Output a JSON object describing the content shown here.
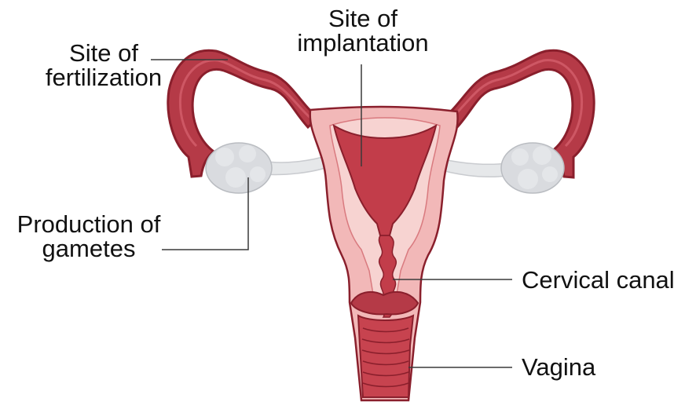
{
  "labels": {
    "fertilization_line1": "Site of",
    "fertilization_line2": "fertilization",
    "implantation_line1": "Site of",
    "implantation_line2": "implantation",
    "gametes_line1": "Production of",
    "gametes_line2": "gametes",
    "cervical_canal": "Cervical canal",
    "vagina": "Vagina"
  },
  "colors": {
    "tube_dark": "#b53a47",
    "tube_outline": "#8a1f2c",
    "wall_light": "#f2b8b8",
    "wall_pale": "#f7d3d1",
    "cavity": "#c23d4a",
    "ovary": "#d9dbdf",
    "ligament": "#e6e8ea",
    "leader_line": "#3a3a3a"
  }
}
